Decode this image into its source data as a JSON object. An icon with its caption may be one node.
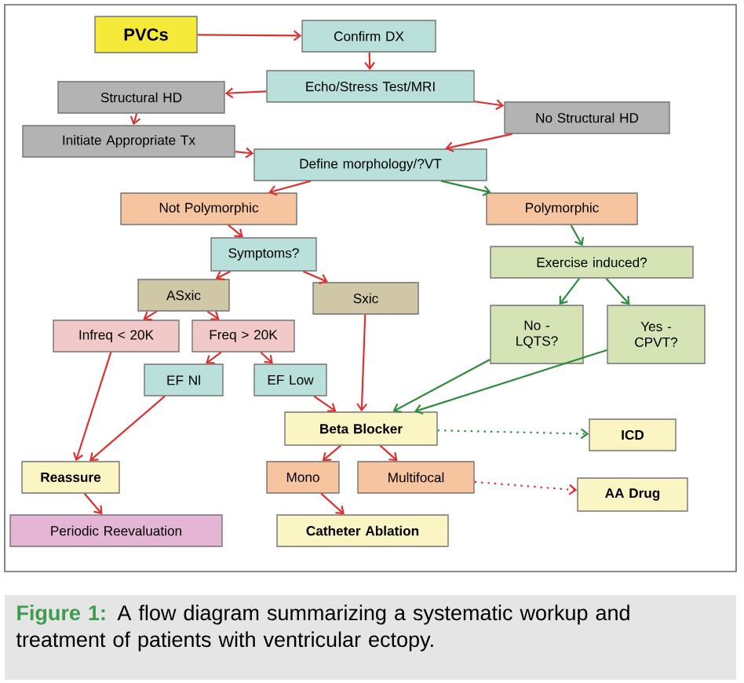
{
  "diagram": {
    "caption": "**Figure 1:** A flow diagram summarizing a systematic workup and treatment of patients with ventricular ectopy.",
    "nodes": [
      {
        "text": [
          "PVCs"
        ]
      },
      {
        "text": [
          "Confirm DX"
        ]
      },
      {
        "text": [
          "Echo/Stress Test/MRI"
        ]
      },
      {
        "text": [
          "Structural HD"
        ]
      },
      {
        "text": [
          "No Structural HD"
        ]
      },
      {
        "text": [
          "Initiate Appropriate Tx"
        ]
      },
      {
        "text": [
          "Define morphology/?VT"
        ]
      },
      {
        "text": [
          "Not Polymorphic"
        ]
      },
      {
        "text": [
          "Polymorphic"
        ]
      },
      {
        "text": [
          "Symptoms?"
        ]
      },
      {
        "text": [
          "Exercise induced?"
        ]
      },
      {
        "text": [
          "ASxic"
        ]
      },
      {
        "text": [
          "Sxic"
        ]
      },
      {
        "text": [
          "Infreq < 20K"
        ]
      },
      {
        "text": [
          "Freq > 20K"
        ]
      },
      {
        "text": [
          "No - LQTS?"
        ]
      },
      {
        "text": [
          "Yes - CPVT?"
        ]
      },
      {
        "text": [
          "EF Nl"
        ]
      },
      {
        "text": [
          "EF Low"
        ]
      },
      {
        "text": [
          "Beta Blocker"
        ]
      },
      {
        "text": [
          "ICD"
        ]
      },
      {
        "text": [
          "Reassure"
        ]
      },
      {
        "text": [
          "Mono"
        ]
      },
      {
        "text": [
          "Multifocal"
        ]
      },
      {
        "text": [
          "AA Drug"
        ]
      },
      {
        "text": [
          "Periodic Reevaluation"
        ]
      },
      {
        "text": [
          "Catheter Ablation"
        ]
      }
    ],
    "edges": [
      {
        "from": 0,
        "to": 1,
        "arrow": "to"
      },
      {
        "from": 1,
        "to": 2,
        "arrow": "to"
      },
      {
        "from": 2,
        "to": 3,
        "arrow": "to"
      },
      {
        "from": 2,
        "to": 4,
        "arrow": "to"
      },
      {
        "from": 3,
        "to": 5,
        "arrow": "to"
      },
      {
        "from": 5,
        "to": 6,
        "arrow": "to"
      },
      {
        "from": 4,
        "to": 6,
        "arrow": "to"
      },
      {
        "from": 6,
        "to": 7,
        "arrow": "to"
      },
      {
        "from": 6,
        "to": 8,
        "arrow": "to",
        "color": "#2e8b3e"
      },
      {
        "from": 7,
        "to": 9,
        "arrow": "to"
      },
      {
        "from": 8,
        "to": 10,
        "arrow": "to",
        "color": "#2e8b3e"
      },
      {
        "from": 9,
        "to": 11,
        "arrow": "to"
      },
      {
        "from": 9,
        "to": 12,
        "arrow": "to"
      },
      {
        "from": 10,
        "to": 15,
        "arrow": "to",
        "color": "#2e8b3e"
      },
      {
        "from": 10,
        "to": 16,
        "arrow": "to",
        "color": "#2e8b3e"
      },
      {
        "from": 11,
        "to": 13,
        "arrow": "to"
      },
      {
        "from": 11,
        "to": 14,
        "arrow": "to"
      },
      {
        "from": 14,
        "to": 17,
        "arrow": "to"
      },
      {
        "from": 14,
        "to": 18,
        "arrow": "to"
      },
      {
        "from": 13,
        "to": 21,
        "arrow": "to"
      },
      {
        "from": 17,
        "to": 21,
        "arrow": "to"
      },
      {
        "from": 18,
        "to": 19,
        "arrow": "to"
      },
      {
        "from": 12,
        "to": 19,
        "arrow": "to"
      },
      {
        "from": 15,
        "to": 19,
        "arrow": "to",
        "color": "#2e8b3e"
      },
      {
        "from": 16,
        "to": 19,
        "arrow": "to",
        "color": "#2e8b3e"
      },
      {
        "from": 19,
        "to": 20,
        "arrow": "to",
        "style": "dashed",
        "color": "#2e8b3e"
      },
      {
        "from": 19,
        "to": 22,
        "arrow": "to"
      },
      {
        "from": 19,
        "to": 23,
        "arrow": "to"
      },
      {
        "from": 22,
        "to": 26,
        "arrow": "to"
      },
      {
        "from": 21,
        "to": 25,
        "arrow": "to"
      },
      {
        "from": 23,
        "to": 24,
        "arrow": "to",
        "style": "dashed"
      }
    ]
  }
}
